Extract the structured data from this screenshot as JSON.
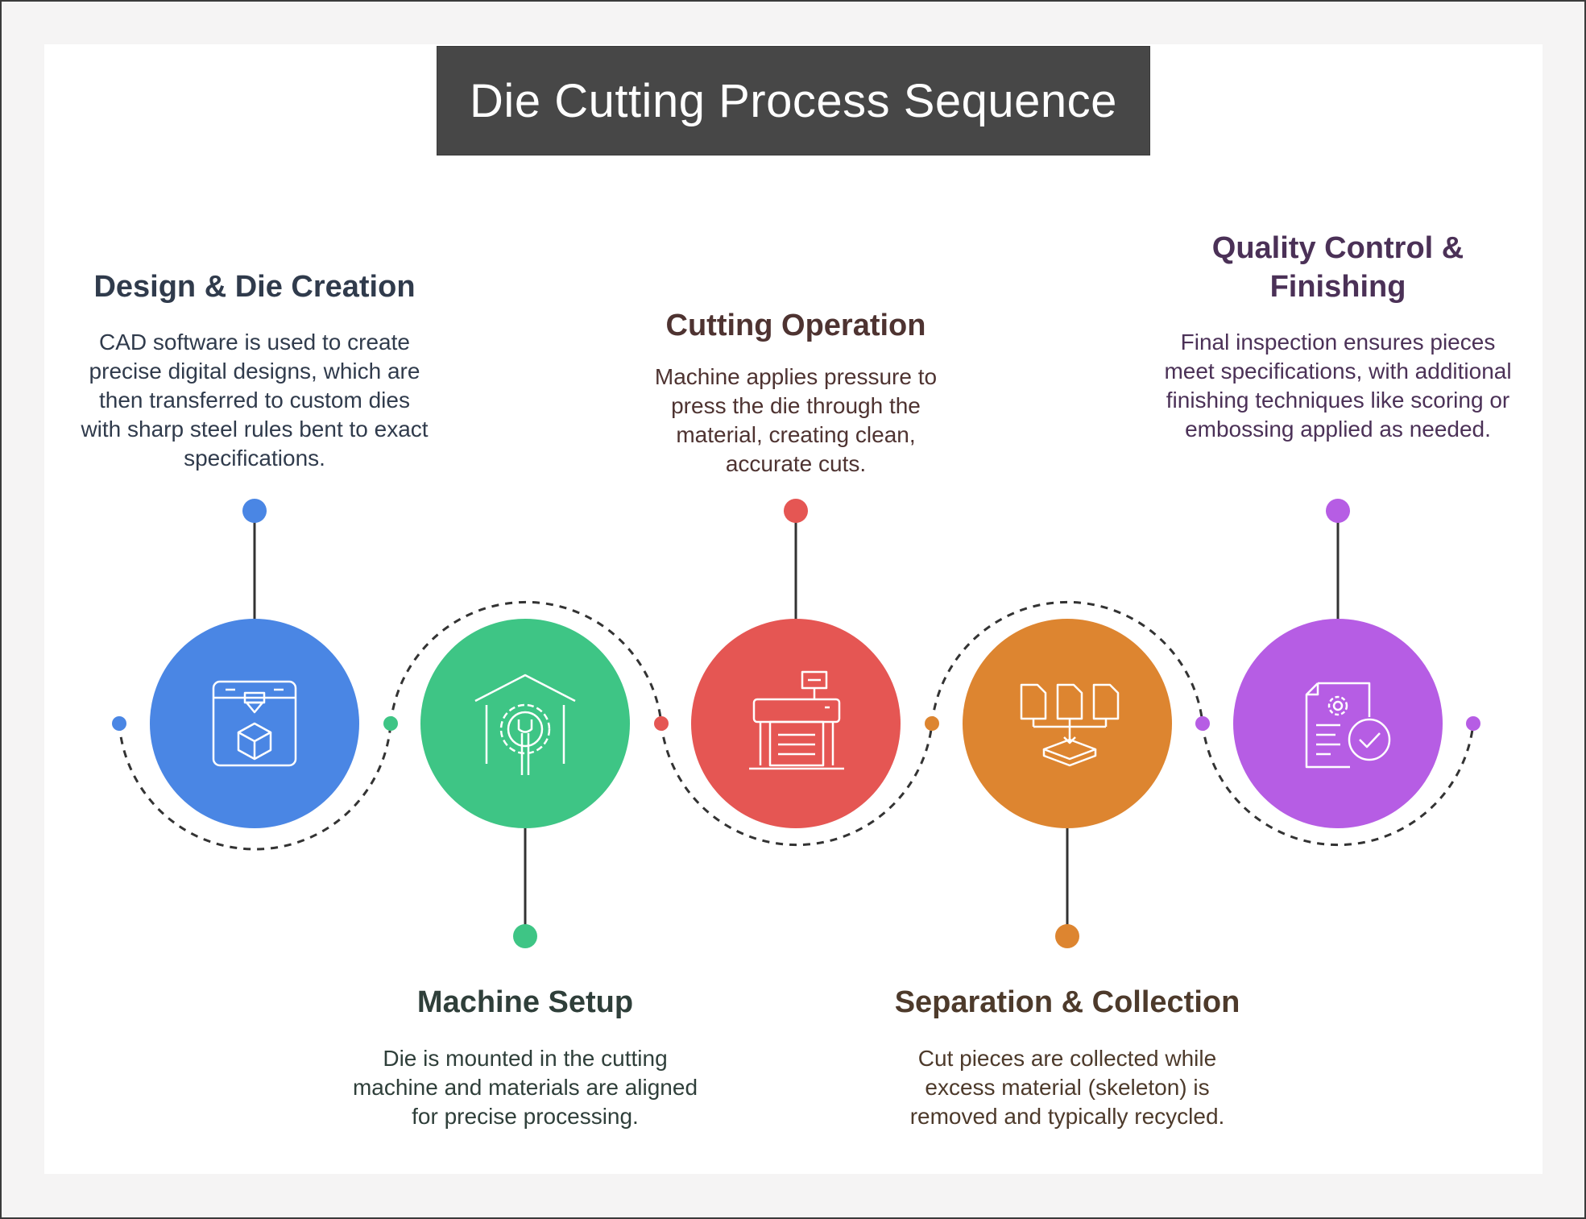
{
  "title": "Die Cutting Process Sequence",
  "steps": [
    {
      "title": "Design & Die Creation",
      "description": "CAD software is used to create precise digital designs, which are then transferred to custom dies with sharp steel rules bent to exact specifications.",
      "color": "#4a86e4",
      "icon": "3d-printer-cube-icon"
    },
    {
      "title": "Machine Setup",
      "description": "Die is mounted in the cutting machine and materials are aligned for precise processing.",
      "color": "#3ec585",
      "icon": "gear-wrench-house-icon"
    },
    {
      "title": "Cutting Operation",
      "description": "Machine applies pressure to press the die through the material, creating clean, accurate cuts.",
      "color": "#e55653",
      "icon": "cutting-machine-icon"
    },
    {
      "title": "Separation & Collection",
      "description": "Cut pieces are collected while excess material (skeleton) is removed and typically recycled.",
      "color": "#dd8530",
      "icon": "documents-to-tray-icon"
    },
    {
      "title": "Quality Control & Finishing",
      "description": "Final inspection ensures pieces meet specifications, with additional finishing techniques like scoring or embossing applied as needed.",
      "color": "#b65de4",
      "icon": "document-gear-check-icon"
    }
  ]
}
